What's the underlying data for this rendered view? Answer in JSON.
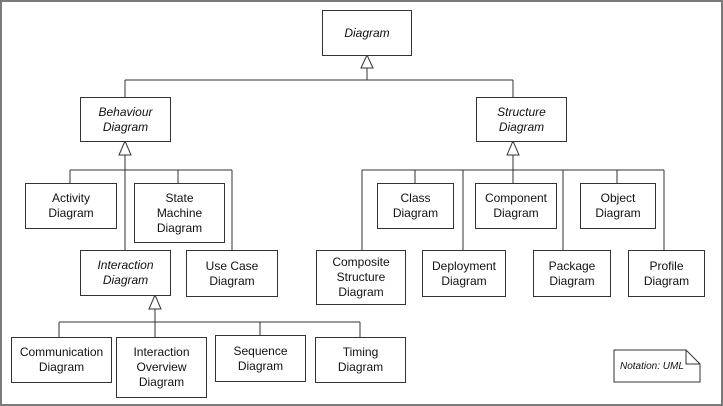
{
  "nodes": {
    "diagram": "Diagram",
    "behaviour": "Behaviour\nDiagram",
    "structure": "Structure\nDiagram",
    "activity": "Activity\nDiagram",
    "state_machine": "State\nMachine\nDiagram",
    "interaction": "Interaction\nDiagram",
    "use_case": "Use Case\nDiagram",
    "communication": "Communication\nDiagram",
    "interaction_overview": "Interaction\nOverview\nDiagram",
    "sequence": "Sequence\nDiagram",
    "timing": "Timing\nDiagram",
    "class": "Class\nDiagram",
    "component": "Component\nDiagram",
    "object": "Object\nDiagram",
    "composite_structure": "Composite\nStructure\nDiagram",
    "deployment": "Deployment\nDiagram",
    "package": "Package\nDiagram",
    "profile": "Profile\nDiagram"
  },
  "note": "Notation: UML",
  "colors": {
    "line": "#333333",
    "frame": "#7a7a7a"
  }
}
